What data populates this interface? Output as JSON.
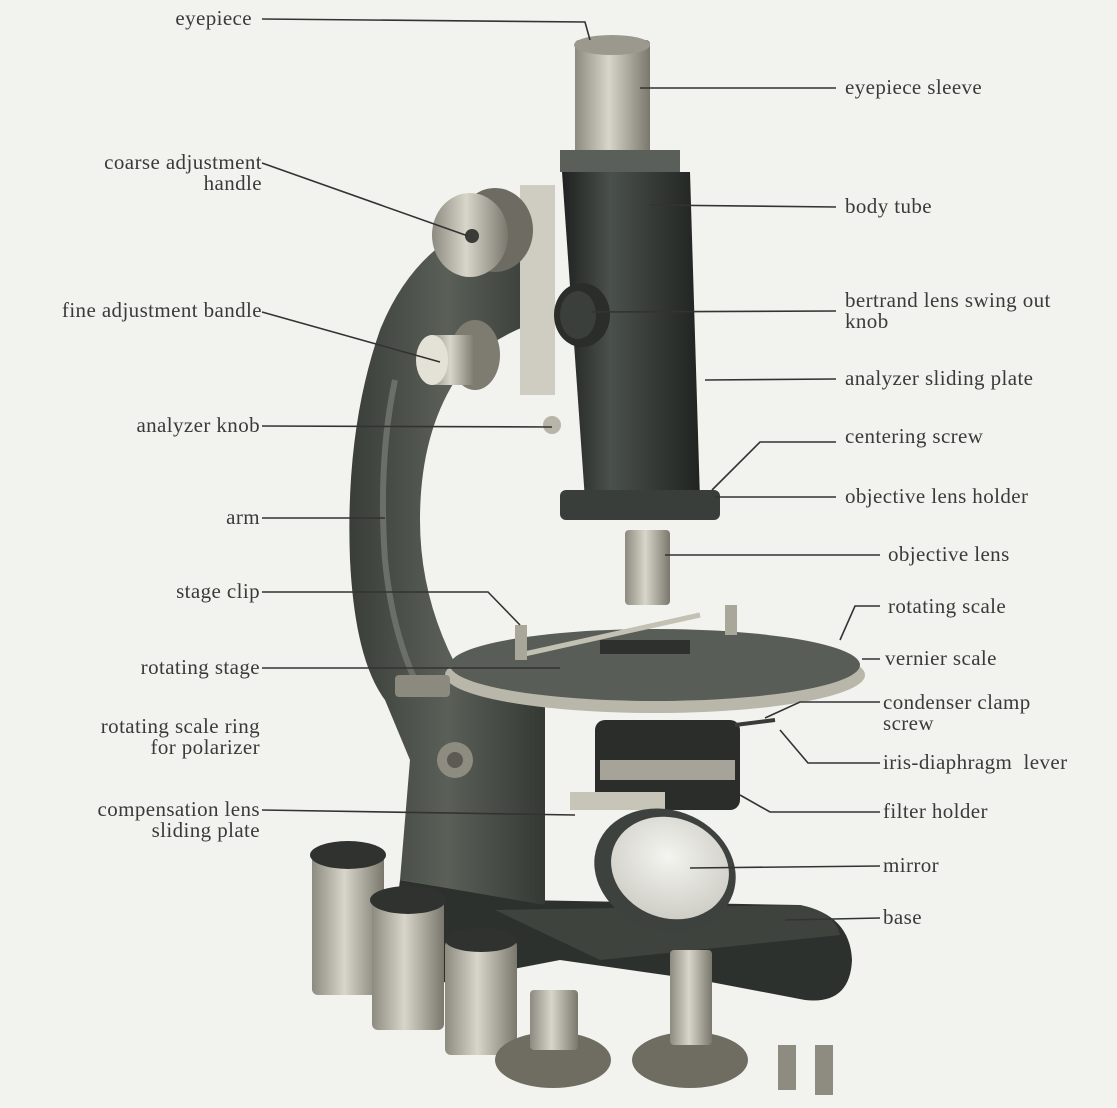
{
  "labels": {
    "eyepiece": "eyepiece",
    "coarse_adjustment_handle": "coarse adjustment\nhandle",
    "fine_adjustment_handle": "fine adjustment bandle",
    "analyzer_knob": "analyzer knob",
    "arm": "arm",
    "stage_clip": "stage clip",
    "rotating_stage": "rotating stage",
    "rotating_scale_ring": "rotating scale ring\nfor polarizer",
    "compensation_lens_sliding_plate": "compensation lens\nsliding plate",
    "eyepiece_sleeve": "eyepiece sleeve",
    "body_tube": "body tube",
    "bertrand_lens_knob": "bertrand lens swing out\nknob",
    "analyzer_sliding_plate": "analyzer sliding plate",
    "centering_screw": "centering screw",
    "objective_lens_holder": "objective lens holder",
    "objective_lens": "objective lens",
    "rotating_scale": "rotating scale",
    "vernier_scale": "vernier scale",
    "condenser_clamp_screw": "condenser clamp\nscrew",
    "iris_diaphragm_lever": "iris-diaphragm  lever",
    "filter_holder": "filter holder",
    "mirror": "mirror",
    "base": "base"
  },
  "colors": {
    "background": "#f2f2ee",
    "label_text": "#3a3a3a",
    "leader_line": "#333333",
    "metal_dark": "#2f3330",
    "metal_light": "#c9c6ba",
    "arm": "#454a44"
  }
}
